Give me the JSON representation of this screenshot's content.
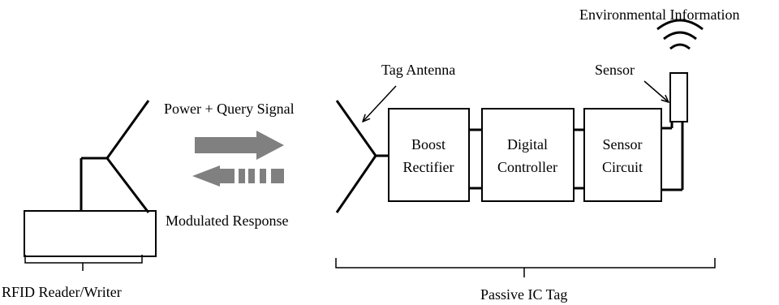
{
  "labels": {
    "environmental_information": "Environmental Information",
    "tag_antenna": "Tag Antenna",
    "sensor": "Sensor",
    "power_query_signal": "Power + Query Signal",
    "modulated_response": "Modulated Response",
    "rfid_reader_writer": "RFID Reader/Writer",
    "passive_ic_tag": "Passive IC Tag"
  },
  "blocks": {
    "boost_rectifier": [
      "Boost",
      "Rectifier"
    ],
    "digital_controller": [
      "Digital",
      "Controller"
    ],
    "sensor_circuit": [
      "Sensor",
      "Circuit"
    ]
  },
  "colors": {
    "line": "#000000",
    "arrow": "#808080",
    "background": "#ffffff"
  }
}
